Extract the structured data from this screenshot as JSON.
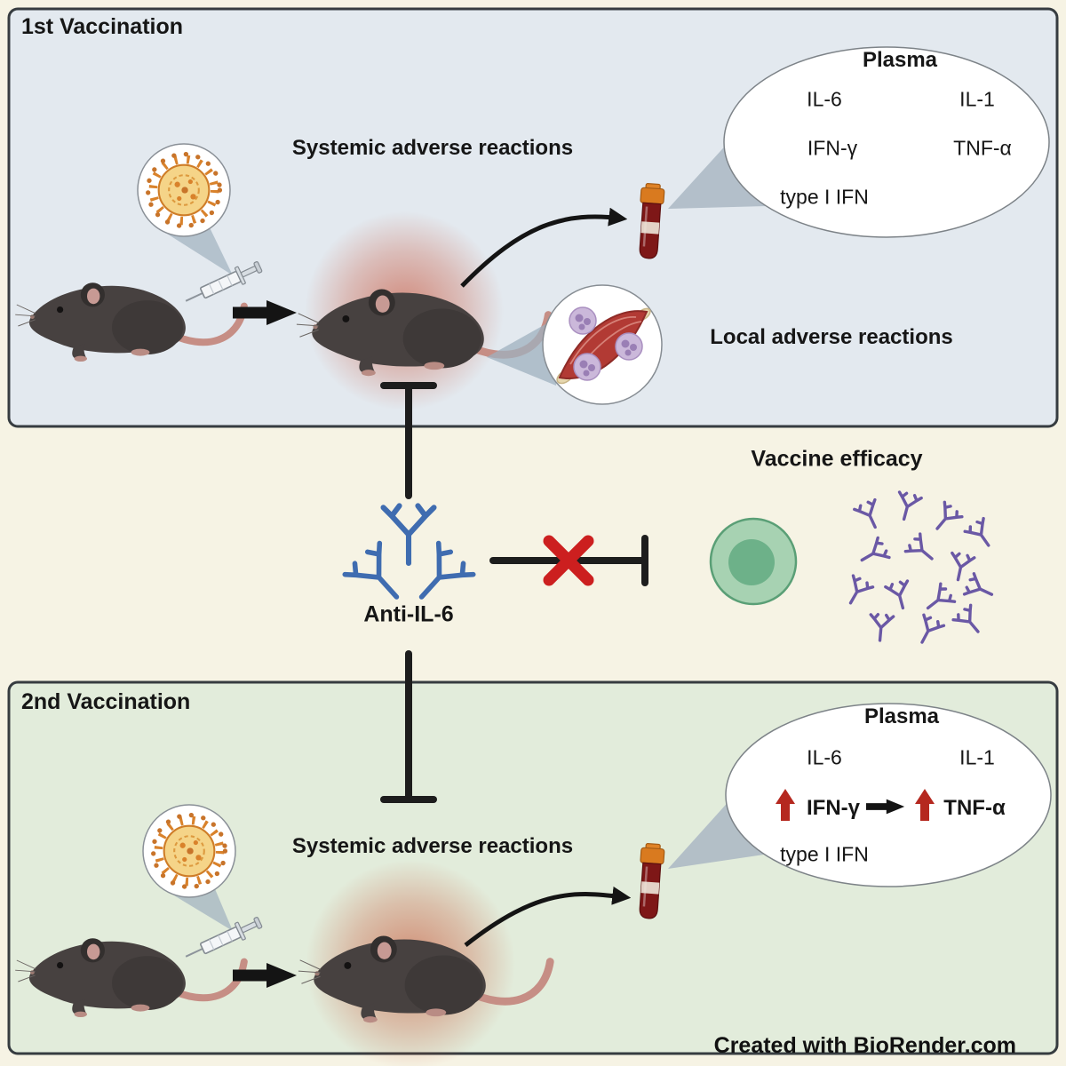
{
  "figure": {
    "credit": "Created with BioRender.com"
  },
  "panel_first": {
    "title": "1st Vaccination",
    "systemic_label": "Systemic adverse reactions",
    "local_label": "Local adverse reactions",
    "plasma": {
      "title": "Plasma",
      "row1_left": "IL-6",
      "row1_right": "IL-1",
      "row2_left": "IFN-γ",
      "row2_right": "TNF-α",
      "row3": "type I IFN"
    }
  },
  "middle": {
    "antibody_label": "Anti-IL-6",
    "efficacy_label": "Vaccine efficacy"
  },
  "panel_second": {
    "title": "2nd Vaccination",
    "systemic_label": "Systemic adverse reactions",
    "plasma": {
      "title": "Plasma",
      "row1_left": "IL-6",
      "row1_right": "IL-1",
      "row2_left": "IFN-γ",
      "row2_right": "TNF-α",
      "row3": "type I IFN"
    }
  },
  "colors": {
    "page_bg": "#f6f3e4",
    "panel_first_bg": "#e3e9ef",
    "panel_second_bg": "#e2ecdb",
    "antibody_blue": "#3f6cb0",
    "antibody_purple": "#6a58a5",
    "inhibit_red": "#cc1f1f",
    "up_arrow_red": "#b5281f",
    "cell_green": "#a7d2b2"
  }
}
